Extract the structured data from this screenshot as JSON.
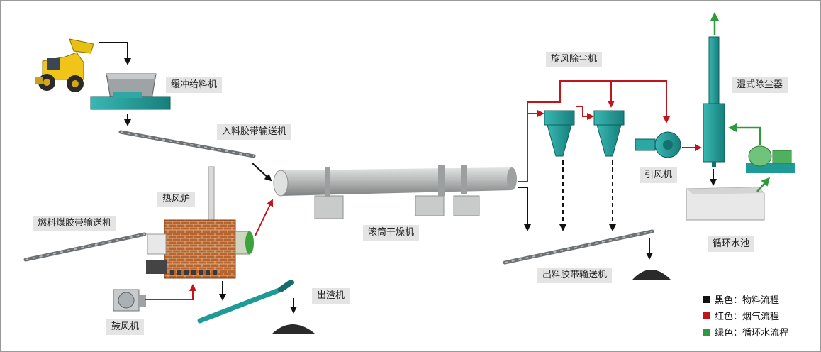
{
  "labels": {
    "buffer_feeder": "缓冲给料机",
    "inlet_belt_conveyor": "入料胶带输送机",
    "hot_air_furnace": "热风炉",
    "fuel_coal_belt_conveyor": "燃料煤胶带输送机",
    "rotary_drum_dryer": "滚筒干燥机",
    "blower": "鼓风机",
    "slag_discharger": "出渣机",
    "cyclone_dust_collector": "旋风除尘机",
    "induced_draft_fan": "引风机",
    "wet_dust_collector": "湿式除尘器",
    "circulating_water_pool": "循环水池",
    "outlet_belt_conveyor": "出料胶带输送机"
  },
  "legend": [
    {
      "text": "黑色：物料流程",
      "color": "#111111"
    },
    {
      "text": "红色：烟气流程",
      "color": "#c0161b"
    },
    {
      "text": "绿色：循环水流程",
      "color": "#2e9a3b"
    }
  ],
  "colors": {
    "material_flow": "#111111",
    "flue_gas_flow": "#c0161b",
    "water_flow": "#2e9a3b",
    "equipment_teal": "#1f9a97",
    "drum_gray": "#b9bbbb",
    "brick": "#b5622d"
  }
}
